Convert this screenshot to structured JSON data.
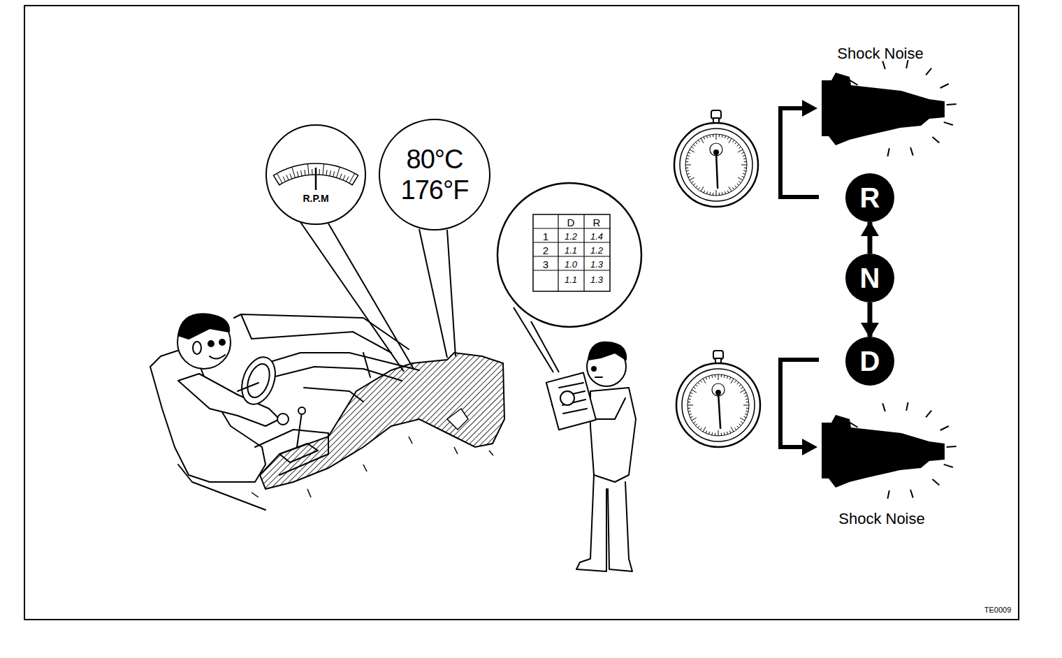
{
  "diagram": {
    "nodes": [
      {
        "text": [
          "R.P.M"
        ]
      },
      {
        "text": [
          "80°C",
          "176°F"
        ]
      },
      {
        "text": [
          "R"
        ]
      },
      {
        "text": [
          "N"
        ]
      },
      {
        "text": [
          "D"
        ]
      }
    ],
    "edges": [
      {
        "from": 3,
        "to": 2,
        "arrow": "to"
      },
      {
        "from": 3,
        "to": 4,
        "arrow": "to"
      }
    ],
    "labels": [
      "Shock Noise",
      "D",
      "R",
      "1",
      "1.2",
      "1.4",
      "2",
      "1.1",
      "1.2",
      "3",
      "1.0",
      "1.3",
      "1.1",
      "1.3",
      "Shock Noise",
      "TE0009"
    ]
  }
}
